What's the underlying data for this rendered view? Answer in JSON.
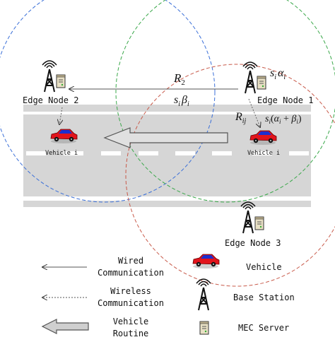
{
  "nodes": {
    "edge_node_1": "Edge Node 1",
    "edge_node_2": "Edge Node 2",
    "edge_node_3": "Edge Node 3"
  },
  "vehicles": {
    "left": "Vehicle i",
    "right": "Vehicle i"
  },
  "math": {
    "r2_main": "R",
    "r2_sub": "2",
    "rij_main": "R",
    "rij_sub": "ij",
    "s_beta_s": "s",
    "s_beta_s_sub": "i",
    "s_beta_beta": "β",
    "s_beta_beta_sub": "i",
    "s_alpha_s": "s",
    "s_alpha_s_sub": "i",
    "s_alpha_alpha": "α",
    "s_alpha_alpha_sub": "i",
    "s_sum_s": "s",
    "s_sum_s_sub": "i",
    "s_sum_open": "(",
    "s_sum_alpha": "α",
    "s_sum_alpha_sub": "i",
    "s_sum_plus": " + ",
    "s_sum_beta": "β",
    "s_sum_beta_sub": "i",
    "s_sum_close": ")"
  },
  "legend": {
    "wired_line1": "Wired",
    "wired_line2": "Communication",
    "wireless_line1": "Wireless",
    "wireless_line2": "Communication",
    "routine_line1": "Vehicle",
    "routine_line2": "Routine",
    "vehicle": "Vehicle",
    "base_station": "Base Station",
    "mec_server": "MEC Server"
  },
  "colors": {
    "circle_blue": "#3a6fd8",
    "circle_green": "#3aa84a",
    "circle_red": "#c85a4a",
    "road": "#d6d6d6",
    "car_red": "#e2141c",
    "car_blue": "#1c2fd0"
  }
}
